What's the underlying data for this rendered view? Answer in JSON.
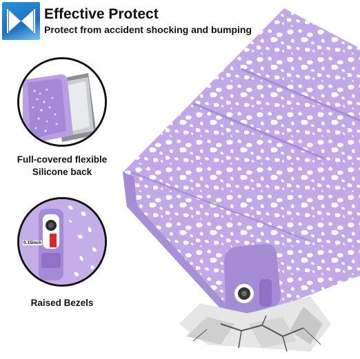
{
  "header": {
    "title": "Effective Protect",
    "subtitle": "Protect from accident shocking and bumping"
  },
  "features": [
    {
      "caption_line1": "Full-covered flexible",
      "caption_line2": "Silicone back"
    },
    {
      "caption_line1": "Raised Bezels",
      "measure_label": "0.15inch"
    }
  ],
  "colors": {
    "case_purple": "#c0a9e6",
    "case_dark": "#a48cd4",
    "badge_blue": "#1d6fc0",
    "accent_red": "#d42a2a"
  },
  "icons": {
    "badge": "shock-absorb-icon"
  }
}
